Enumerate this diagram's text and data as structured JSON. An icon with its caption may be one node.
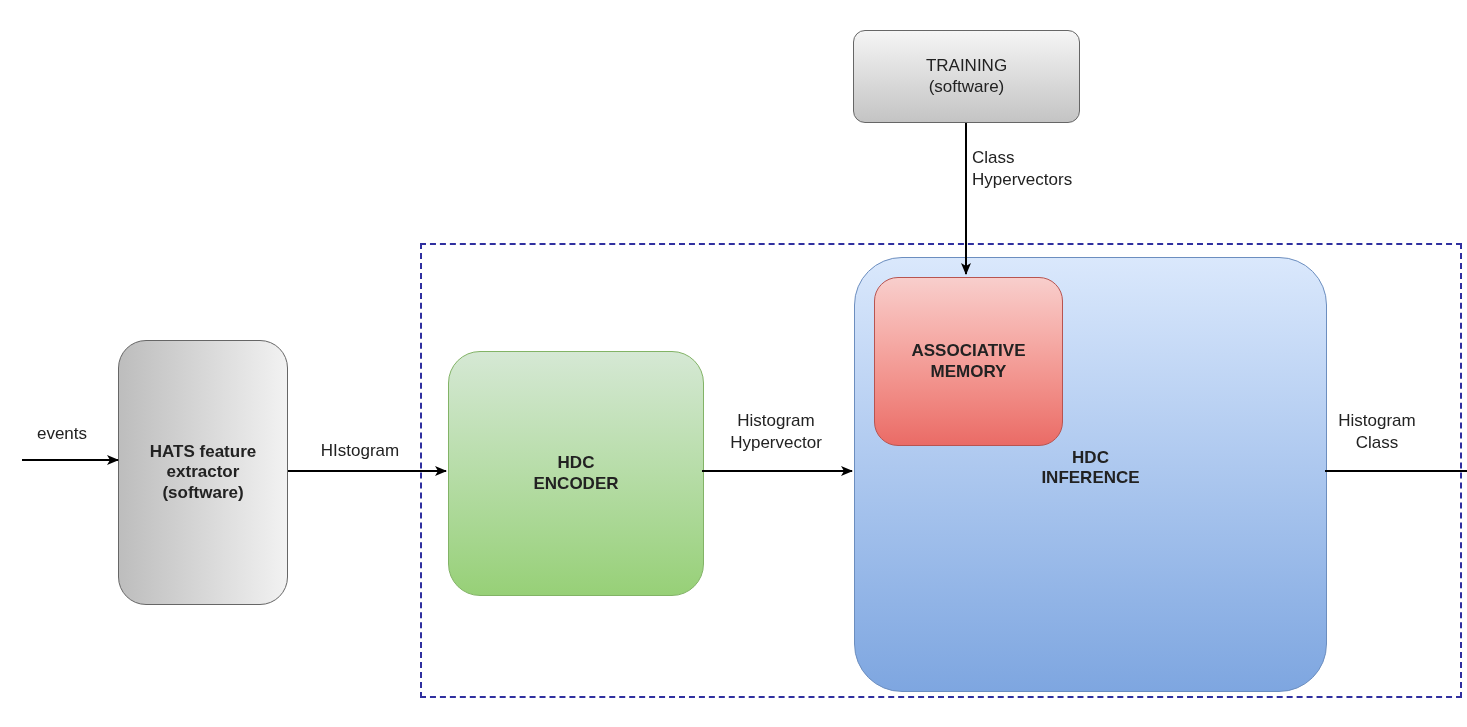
{
  "diagram": {
    "nodes": [
      {
        "text": [
          "TRAINING (software)"
        ]
      },
      {
        "text": [
          "HATS feature extractor (software)"
        ]
      },
      {
        "text": [],
        "shape": "box"
      },
      {
        "text": [
          "HDC ENCODER"
        ],
        "in": 2
      },
      {
        "text": [
          "HDC INFERENCE"
        ],
        "in": 2
      },
      {
        "text": [
          "ASSOCIATIVE MEMORY"
        ],
        "in": 4
      }
    ],
    "edges": [
      {
        "from": null,
        "to": 1,
        "arrow": "to",
        "label": "events"
      },
      {
        "from": 1,
        "to": 3,
        "arrow": "to",
        "label": "HIstogram"
      },
      {
        "from": 3,
        "to": 4,
        "arrow": "to",
        "label": "Histogram Hypervector"
      },
      {
        "from": 0,
        "to": 5,
        "arrow": "to",
        "label": "Class Hypervectors"
      },
      {
        "from": 4,
        "to": null,
        "arrow": "none",
        "label": "Histogram Class"
      }
    ]
  }
}
